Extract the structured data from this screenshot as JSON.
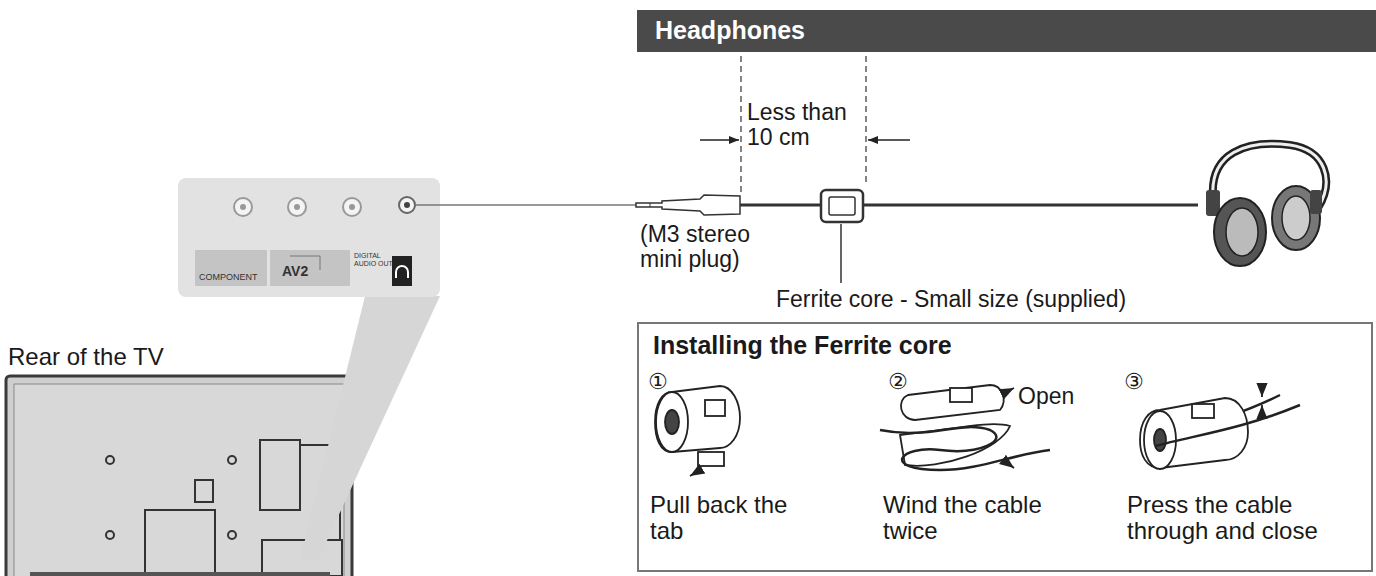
{
  "diagram": {
    "nodes": [
      {
        "text": [
          "Headphones"
        ]
      },
      {
        "text": [
          "COMPONENT",
          "AV2",
          "DIGITAL AUDIO OUT"
        ]
      },
      {
        "text": [
          "Installing the Ferrite core"
        ]
      }
    ],
    "labels": [
      "Less than 10 cm",
      "(M3 stereo mini plug)",
      "Ferrite core - Small size (supplied)",
      "①",
      "Open",
      "②",
      "③",
      "Pull back the tab",
      "Wind the cable twice",
      "Press the cable through and close",
      "Rear of the TV"
    ]
  }
}
